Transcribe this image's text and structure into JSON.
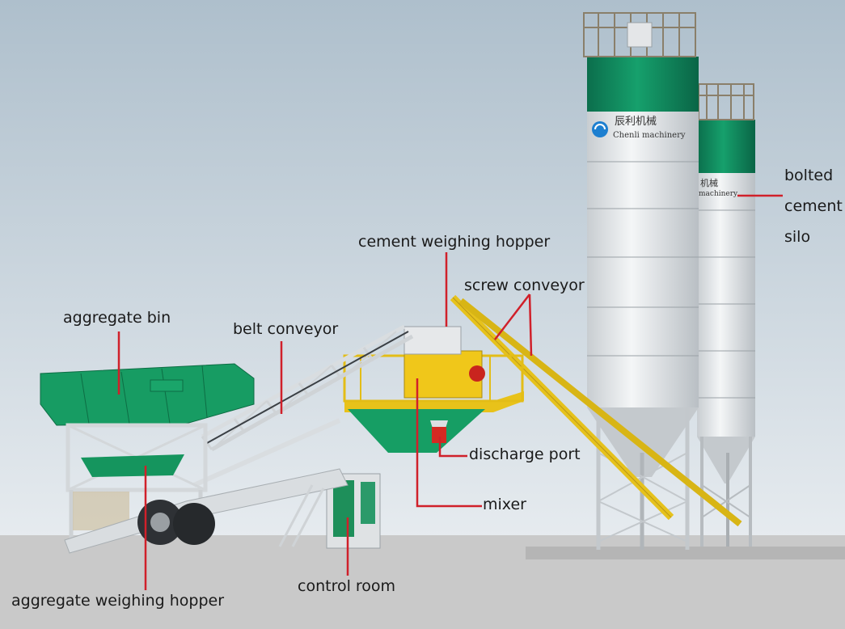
{
  "labels": {
    "aggregate_bin": "aggregate bin",
    "belt_conveyor": "belt conveyor",
    "cement_weighing_hopper": "cement weighing hopper",
    "screw_conveyor": "screw conveyor",
    "bolted_cement_silo_line1": "bolted",
    "bolted_cement_silo_line2": "cement",
    "bolted_cement_silo_line3": "silo",
    "discharge_port": "discharge port",
    "mixer": "mixer",
    "control_room": "control room",
    "aggregate_weighing_hopper": "aggregate weighing hopper"
  },
  "brand": {
    "cn": "辰利机械",
    "en": "Chenli machinery",
    "cn_partial": "机械",
    "en_partial": "machinery"
  },
  "colors": {
    "silo_green": "#0f8a5f",
    "bin_green": "#159a62",
    "mixer_yellow": "#e8c21a",
    "leader_red": "#d0202a",
    "steel": "#d9dde0"
  }
}
